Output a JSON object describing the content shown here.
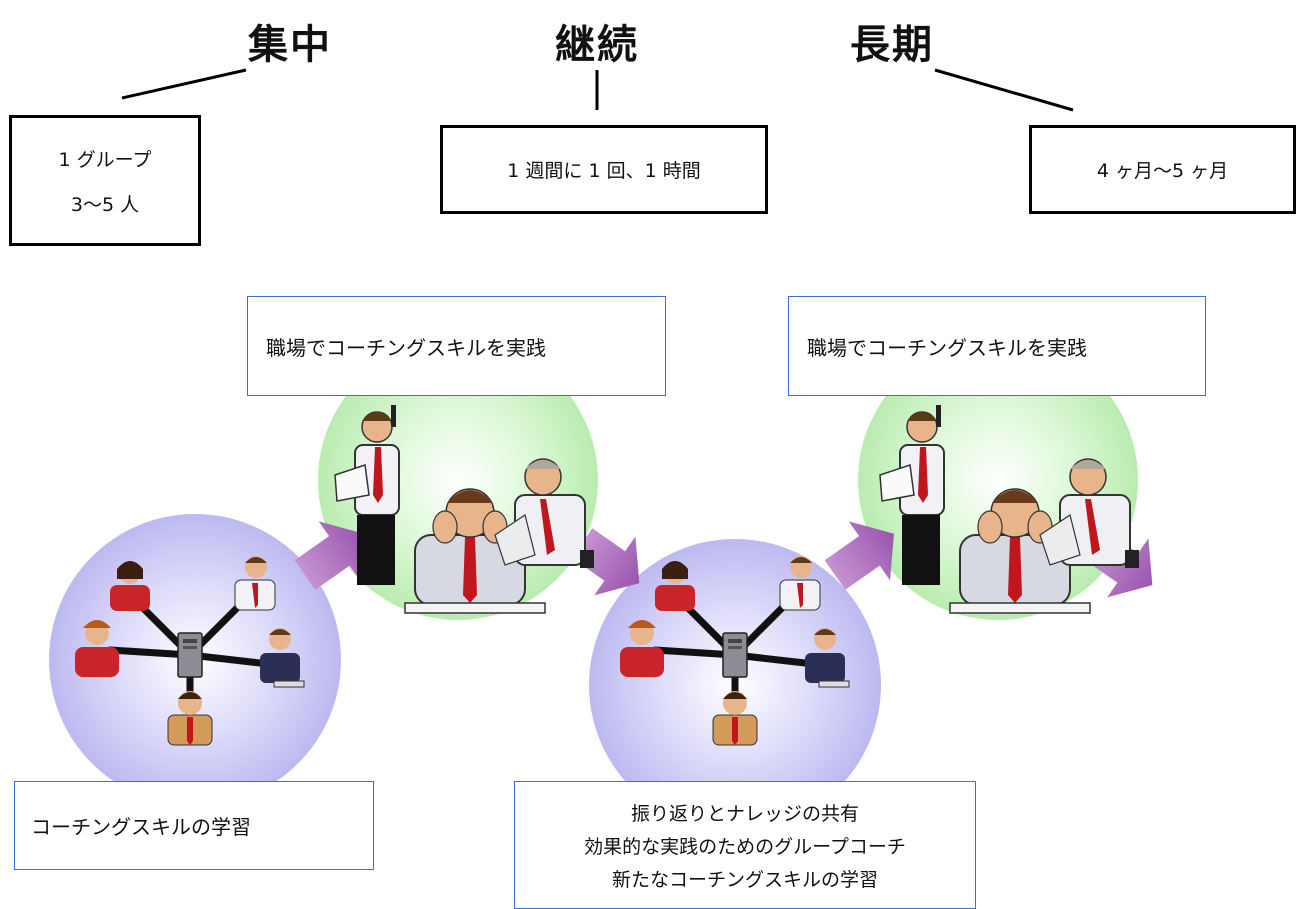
{
  "headings": {
    "concentrate": "集中",
    "continue": "継続",
    "long_term": "長期"
  },
  "boxes": {
    "group_line1": "1 グループ",
    "group_line2": "3〜5 人",
    "frequency": "1 週間に 1 回、1 時間",
    "duration": "4 ヶ月〜5 ヶ月"
  },
  "callouts": {
    "practice_1": "職場でコーチングスキルを実践",
    "practice_2": "職場でコーチングスキルを実践",
    "learning": "コーチングスキルの学習",
    "review_line1": "振り返りとナレッジの共有",
    "review_line2": "効果的な実践のためのグループコーチ",
    "review_line3": "新たなコーチングスキルの学習"
  },
  "colors": {
    "learning_circle": "#c9c6f5",
    "practice_circle": "#c9f2c4",
    "arrow": "#a565b8",
    "callout_border": "#3a6fe0"
  }
}
